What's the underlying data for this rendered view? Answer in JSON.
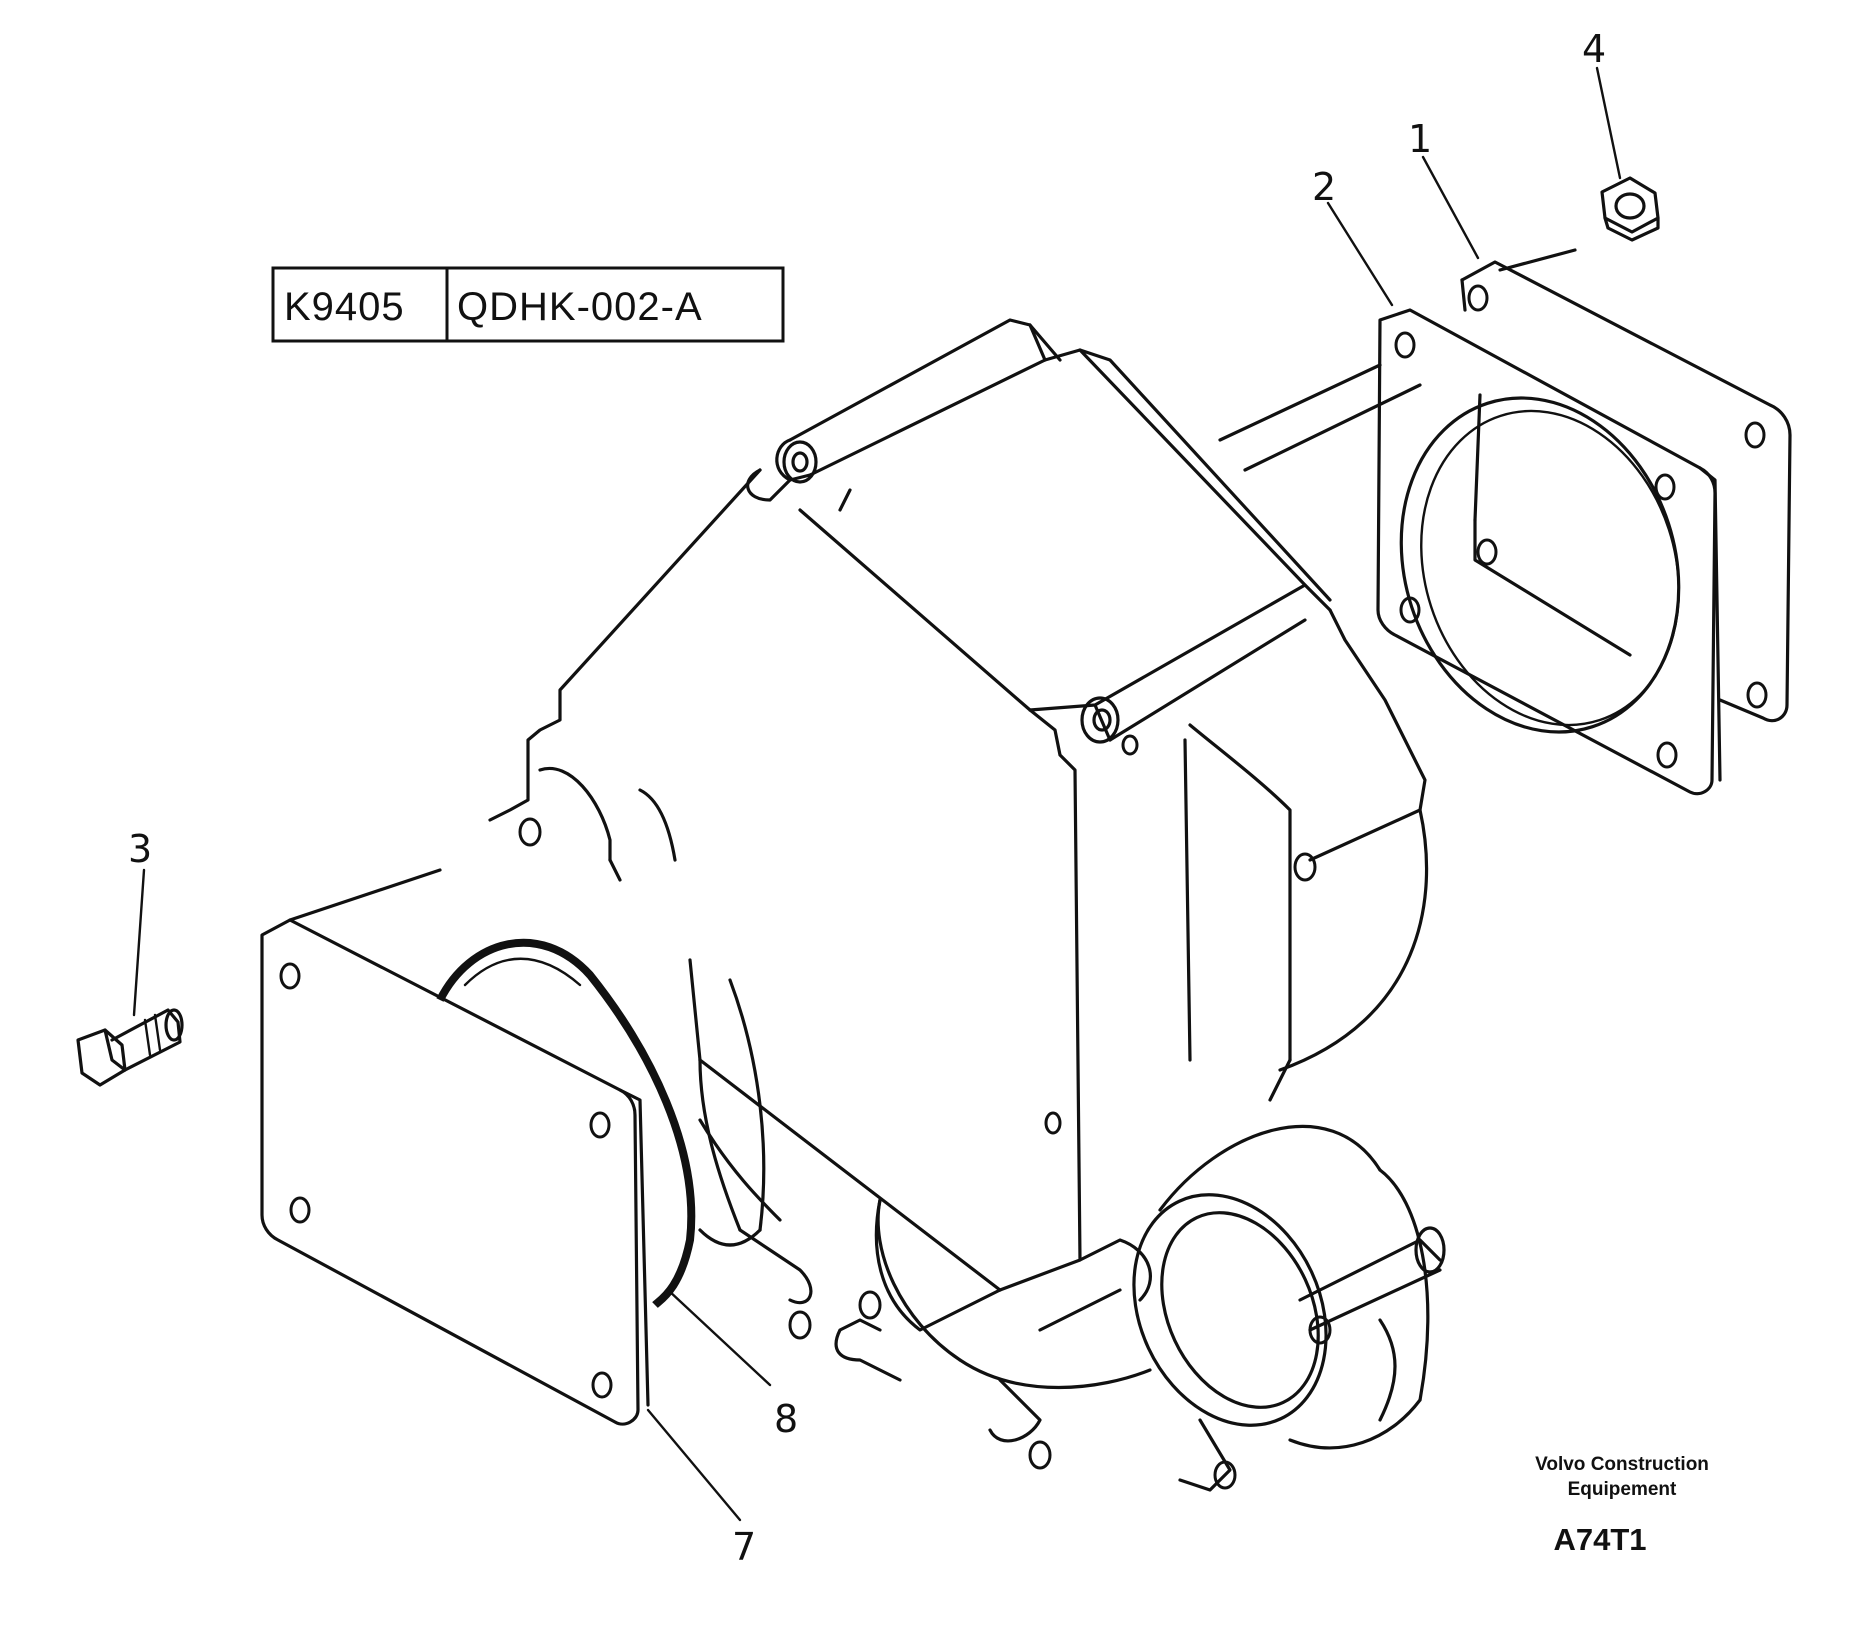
{
  "ref_box": {
    "code_left": "K9405",
    "code_right": "QDHK-002-A"
  },
  "callouts": [
    "1",
    "2",
    "3",
    "4",
    "7",
    "8"
  ],
  "footer": {
    "brand_line1": "Volvo Construction",
    "brand_line2": "Equipement",
    "figure_code": "A74T1"
  }
}
